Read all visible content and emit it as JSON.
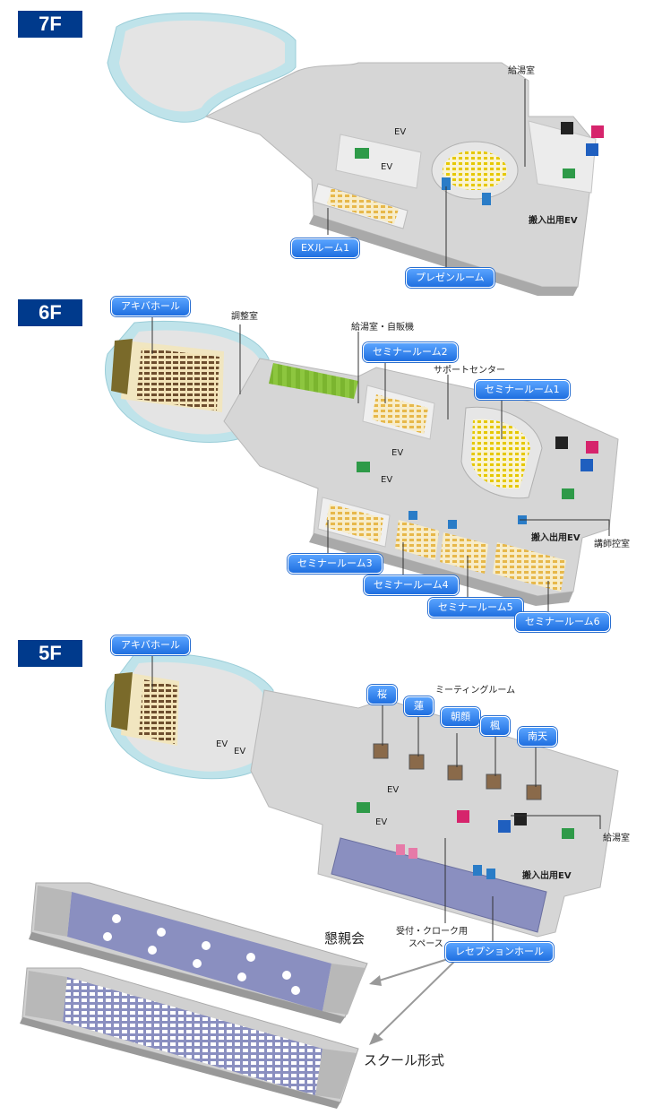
{
  "floors": {
    "f7": {
      "badge": "7F",
      "rooms": {
        "ex1": "EXルーム1",
        "presen": "プレゼンルーム"
      },
      "labels": {
        "kyuto": "給湯室",
        "ev1": "EV",
        "ev2": "EV",
        "hannyu": "搬入出用EV"
      }
    },
    "f6": {
      "badge": "6F",
      "rooms": {
        "akiba": "アキバホール",
        "s2": "セミナールーム2",
        "s1": "セミナールーム1",
        "s3": "セミナールーム3",
        "s4": "セミナールーム4",
        "s5": "セミナールーム5",
        "s6": "セミナールーム6"
      },
      "labels": {
        "chosei": "調整室",
        "kyuto_jihanki": "給湯室・自販機",
        "support": "サポートセンター",
        "ev1": "EV",
        "ev2": "EV",
        "hannyu": "搬入出用EV",
        "koushi": "講師控室"
      }
    },
    "f5": {
      "badge": "5F",
      "rooms": {
        "akiba": "アキバホール",
        "sakura": "桜",
        "ren": "蓮",
        "asagao": "朝顔",
        "kaede": "楓",
        "nanten": "南天",
        "reception": "レセプションホール"
      },
      "labels": {
        "meeting": "ミーティングルーム",
        "ev1": "EV",
        "ev2": "EV",
        "ev3": "EV",
        "ev4": "EV",
        "kyuto": "給湯室",
        "hannyu": "搬入出用EV",
        "uketsuke1": "受付・クローク用",
        "uketsuke2": "スペース"
      }
    }
  },
  "layouts": {
    "konshinkai": "懇親会",
    "school": "スクール形式"
  },
  "colors": {
    "badge": "#003a8c",
    "pill": "#2a7ce8",
    "floor": "#d6d6d6",
    "wall": "#f2f2f2",
    "seat": "#f5d58c",
    "hall_seat": "#7a5a3a",
    "aud_seat": "#f0d000",
    "reception": "#8a8fc0"
  }
}
